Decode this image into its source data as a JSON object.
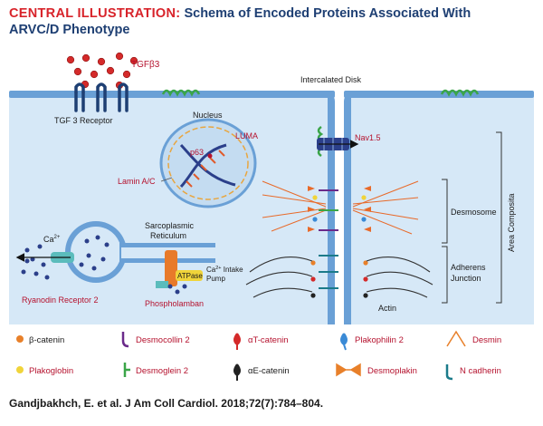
{
  "title": {
    "lead": "CENTRAL ILLUSTRATION:",
    "line1": "Schema of Encoded Proteins Associated With",
    "line2": "ARVC/D Phenotype"
  },
  "labels": {
    "tgf_beta3": "TGFβ3",
    "tgf_receptor": "TGF  3 Receptor",
    "intercalated_disk": "Intercalated Disk",
    "nucleus": "Nucleus",
    "luma": "LUMA",
    "p63": "p63",
    "lamin": "Lamin A/C",
    "nav15": "Nav1.5",
    "desmosome": "Desmosome",
    "adherens_junction_1": "Adherens",
    "adherens_junction_2": "Junction",
    "area_composita": "Area Composita",
    "calcium_left": "Ca",
    "calcium_sup": "2+",
    "sarcoplasmic_1": "Sarcoplasmic",
    "sarcoplasmic_2": "Reticulum",
    "atpase": "ATPase",
    "ca_intake_1": "Ca",
    "ca_intake_sup": "2+",
    "ca_intake_2": "Intake",
    "ca_intake_3": "Pump",
    "ryanodin": "Ryanodin Receptor 2",
    "phospholamban": "Phospholamban",
    "actin": "Actin"
  },
  "legend": [
    {
      "label": "β-catenin",
      "icon": "orange-dot-icon"
    },
    {
      "label": "Desmocollin 2",
      "icon": "purple-hook-icon"
    },
    {
      "label": "αT-catenin",
      "icon": "red-drop-icon"
    },
    {
      "label": "Plakophilin 2",
      "icon": "blue-drop-icon"
    },
    {
      "label": "Desmin",
      "icon": "orange-chevron-icon"
    },
    {
      "label": "Plakoglobin",
      "icon": "yellow-dot-icon"
    },
    {
      "label": "Desmoglein 2",
      "icon": "green-fork-icon"
    },
    {
      "label": "αE-catenin",
      "icon": "black-drop-icon"
    },
    {
      "label": "Desmoplakin",
      "icon": "orange-bowtie-icon"
    },
    {
      "label": "N cadherin",
      "icon": "teal-hook-icon"
    }
  ],
  "citation": "Gandjbakhch, E. et al. J Am Coll Cardiol. 2018;72(7):784–804.",
  "colors": {
    "title_red": "#d8232a",
    "title_navy": "#1e3f73",
    "label_red": "#b5122e",
    "cell_fill": "#d6e8f7",
    "membrane": "#6aa0d6",
    "green_protein": "#3aa548",
    "red_ball": "#d42a2a"
  }
}
